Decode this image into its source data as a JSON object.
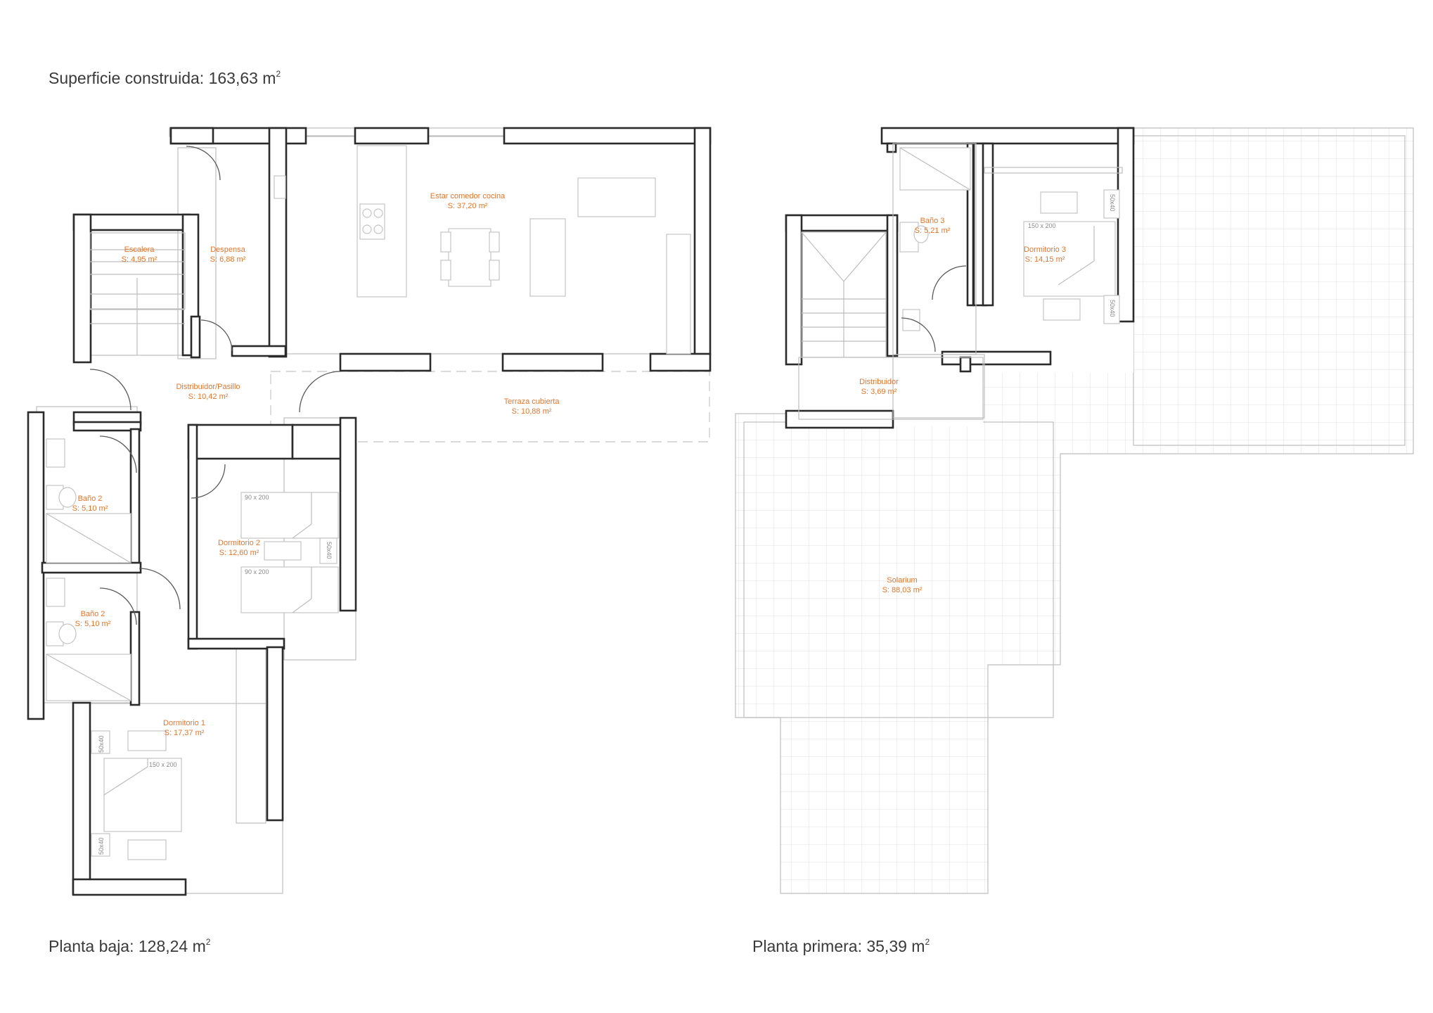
{
  "headings": {
    "total_label": "Superficie construida: 163,63 m",
    "total_sup": "2",
    "ground_label": "Planta baja: 128,24 m",
    "ground_sup": "2",
    "first_label": "Planta primera: 35,39 m",
    "first_sup": "2"
  },
  "ground_floor": {
    "rooms": [
      {
        "name": "Estar comedor cocina",
        "surface": "S: 37,20 m²"
      },
      {
        "name": "Escalera",
        "surface": "S: 4,95 m²"
      },
      {
        "name": "Despensa",
        "surface": "S: 6,88 m²"
      },
      {
        "name": "Distribuidor/Pasillo",
        "surface": "S: 10,42 m²"
      },
      {
        "name": "Terraza cubierta",
        "surface": "S: 10,88 m²"
      },
      {
        "name": "Baño 2",
        "surface": "S: 5,10 m²"
      },
      {
        "name": "Dormitorio 2",
        "surface": "S: 12,60 m²"
      },
      {
        "name": "Baño 2",
        "surface": "S: 5,10 m²"
      },
      {
        "name": "Dormitorio 1",
        "surface": "S: 17,37 m²"
      }
    ],
    "furniture_labels": [
      "90 x 200",
      "90 x 200",
      "50x40",
      "150 x 200",
      "50x40",
      "50x40"
    ]
  },
  "first_floor": {
    "rooms": [
      {
        "name": "Baño 3",
        "surface": "S: 5,21 m²"
      },
      {
        "name": "Dormitorio 3",
        "surface": "S: 14,15 m²"
      },
      {
        "name": "Distribuidor",
        "surface": "S: 3,69 m²"
      },
      {
        "name": "Solarium",
        "surface": "S: 88,03 m²"
      }
    ],
    "furniture_labels": [
      "150 x 200",
      "50x40",
      "50x40"
    ]
  }
}
